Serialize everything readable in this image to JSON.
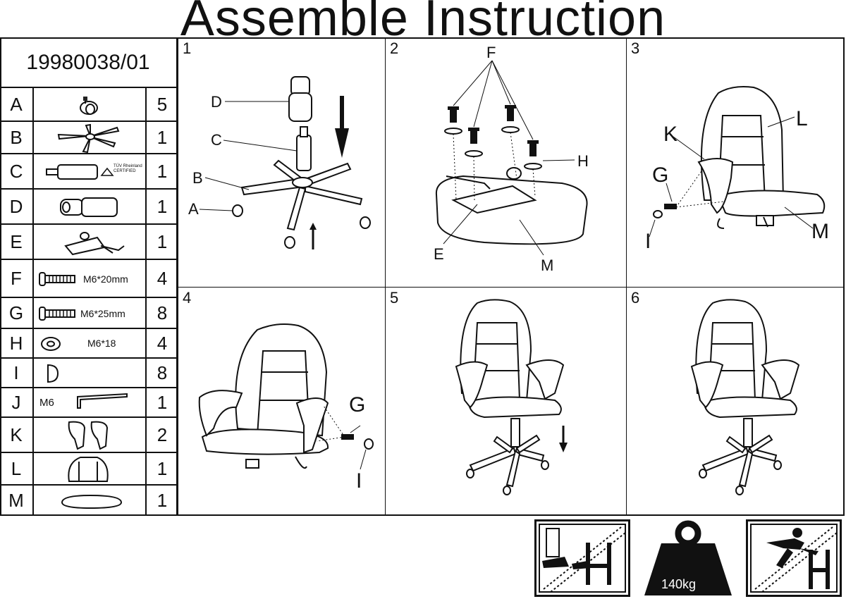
{
  "title": "Assemble Instruction",
  "model": "19980038/01",
  "parts": [
    {
      "letter": "A",
      "qty": "5",
      "icon": "caster-wheel",
      "spec": ""
    },
    {
      "letter": "B",
      "qty": "1",
      "icon": "star-base",
      "spec": ""
    },
    {
      "letter": "C",
      "qty": "1",
      "icon": "gas-lift",
      "spec": ""
    },
    {
      "letter": "D",
      "qty": "1",
      "icon": "lift-cover",
      "spec": ""
    },
    {
      "letter": "E",
      "qty": "1",
      "icon": "tilt-mechanism",
      "spec": ""
    },
    {
      "letter": "F",
      "qty": "4",
      "icon": "bolt",
      "spec": "M6*20mm"
    },
    {
      "letter": "G",
      "qty": "8",
      "icon": "bolt",
      "spec": "M6*25mm"
    },
    {
      "letter": "H",
      "qty": "4",
      "icon": "washer",
      "spec": "M6*18"
    },
    {
      "letter": "I",
      "qty": "8",
      "icon": "cap",
      "spec": ""
    },
    {
      "letter": "J",
      "qty": "1",
      "icon": "allen-key",
      "spec": "M6"
    },
    {
      "letter": "K",
      "qty": "2",
      "icon": "armrests",
      "spec": ""
    },
    {
      "letter": "L",
      "qty": "1",
      "icon": "backrest",
      "spec": ""
    },
    {
      "letter": "M",
      "qty": "1",
      "icon": "seat",
      "spec": ""
    }
  ],
  "tuv": {
    "line1": "TÜV Rheinland",
    "line2": "CERTIFIED"
  },
  "steps": [
    {
      "num": "1",
      "labels": [
        "D",
        "C",
        "B",
        "A"
      ]
    },
    {
      "num": "2",
      "labels": [
        "F",
        "H",
        "E",
        "M"
      ]
    },
    {
      "num": "3",
      "labels": [
        "K",
        "L",
        "G",
        "I",
        "M"
      ]
    },
    {
      "num": "4",
      "labels": [
        "G",
        "I"
      ]
    },
    {
      "num": "5",
      "labels": []
    },
    {
      "num": "6",
      "labels": []
    }
  ],
  "max_weight": "140kg"
}
